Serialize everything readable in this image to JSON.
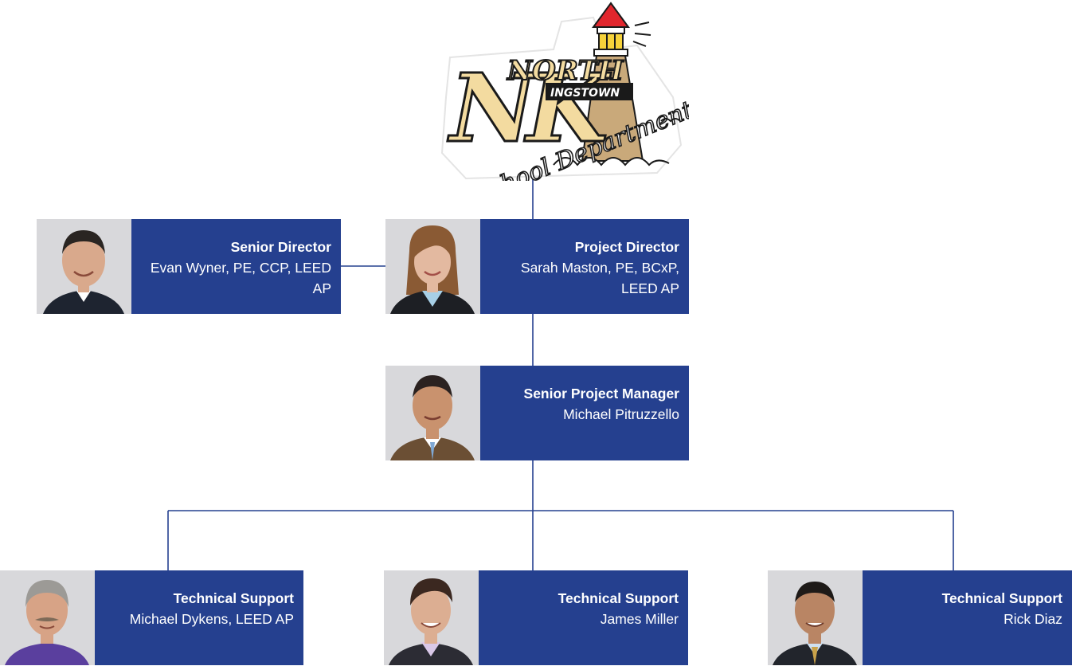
{
  "logo": {
    "text_line1": "NORTH",
    "text_line2": "INGSTOWN",
    "text_line3": "School Department",
    "monogram": "NK",
    "colors": {
      "gold": "#f3dba0",
      "black": "#1a1a1a",
      "red": "#e1262d",
      "yellow": "#f6d23a",
      "lighthouse_tan": "#c9a97a"
    }
  },
  "colors": {
    "card_bg": "#25408f",
    "card_text": "#ffffff",
    "connector": "#25408f"
  },
  "team": [
    {
      "id": "senior-director",
      "role": "Senior Director",
      "name": "Evan Wyner, PE, CCP, LEED AP"
    },
    {
      "id": "project-director",
      "role": "Project Director",
      "name": "Sarah Maston, PE, BCxP, LEED AP"
    },
    {
      "id": "senior-project-manager",
      "role": "Senior Project Manager",
      "name": "Michael Pitruzzello"
    },
    {
      "id": "technical-support-1",
      "role": "Technical Support",
      "name": "Michael Dykens, LEED AP"
    },
    {
      "id": "technical-support-2",
      "role": "Technical Support",
      "name": "James Miller"
    },
    {
      "id": "technical-support-3",
      "role": "Technical Support",
      "name": "Rick Diaz"
    }
  ]
}
